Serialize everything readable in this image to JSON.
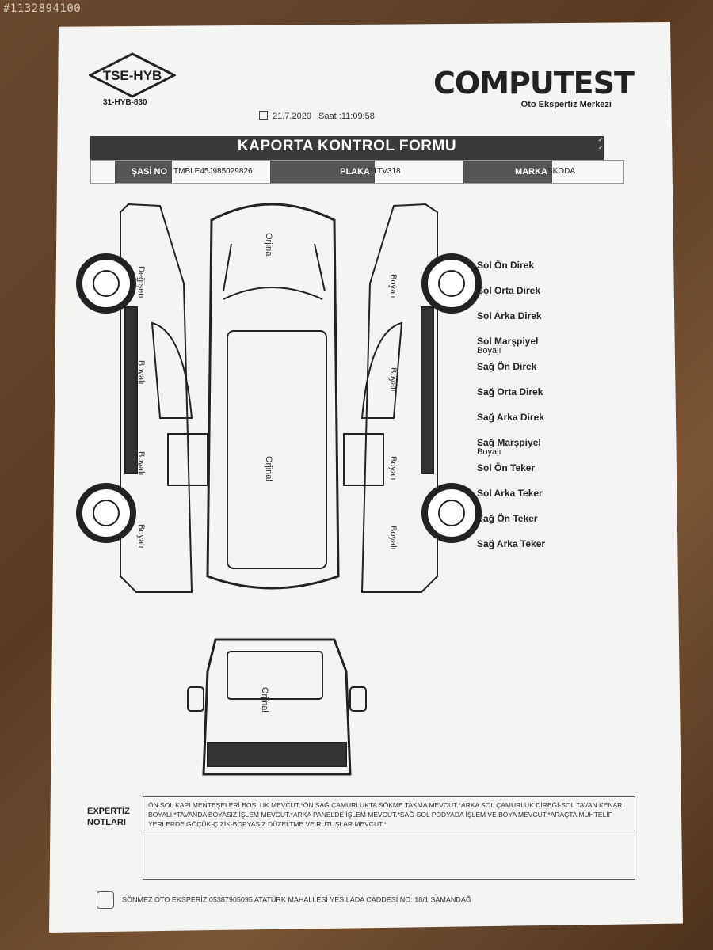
{
  "photo_id": "#1132894100",
  "header": {
    "cert_logo_text": "TSE-HYB",
    "cert_code": "31-HYB-830",
    "brand_name": "COMPUTEST",
    "brand_subtitle": "Oto Ekspertiz Merkezi",
    "date": "21.7.2020",
    "time": "Saat :11:09:58",
    "calendar_icon": "calendar-icon"
  },
  "form": {
    "title": "KAPORTA KONTROL FORMU",
    "chassis_label": "ŞASİ NO",
    "chassis_value": "TMBLE45J985029826",
    "plate_label": "PLAKA",
    "plate_value": "31TV318",
    "make_label": "MARKA",
    "make_value": "SKODA"
  },
  "car_labels": {
    "left_front": "Değişen",
    "left_front_door": "Boyalı",
    "left_rear_door": "Boyalı",
    "left_rear": "Boyalı",
    "hood": "Orjinal",
    "roof": "Orjinal",
    "right_front": "Boyalı",
    "right_front_door": "Boyalı",
    "right_rear_door": "Boyalı",
    "right_rear": "Boyalı",
    "rear_door": "Orjinal"
  },
  "parts": [
    {
      "label": "Sol Ön Direk",
      "status": ""
    },
    {
      "label": "Sol Orta Direk",
      "status": ""
    },
    {
      "label": "Sol Arka Direk",
      "status": ""
    },
    {
      "label": "Sol Marşpiyel",
      "status": "Boyalı"
    },
    {
      "label": "Sağ Ön Direk",
      "status": ""
    },
    {
      "label": "Sağ Orta Direk",
      "status": ""
    },
    {
      "label": "Sağ Arka Direk",
      "status": ""
    },
    {
      "label": "Sağ Marşpiyel",
      "status": "Boyalı"
    },
    {
      "label": "Sol Ön Teker",
      "status": ""
    },
    {
      "label": "Sol Arka Teker",
      "status": ""
    },
    {
      "label": "Sağ Ön Teker",
      "status": ""
    },
    {
      "label": "Sağ Arka Teker",
      "status": ""
    }
  ],
  "notes": {
    "heading_line1": "EXPERTİZ",
    "heading_line2": "NOTLARI",
    "text": "ÖN SOL KAPI MENTEŞELERİ BOŞLUK MEVCUT.*ÖN SAĞ ÇAMURLUKTA SÖKME TAKMA MEVCUT.*ARKA SOL ÇAMURLUK DİREĞİ-SOL TAVAN KENARI BOYALI.*TAVANDA BOYASIZ İŞLEM MEVCUT.*ARKA PANELDE İŞLEM MEVCUT.*SAĞ-SOL PODYADA İŞLEM VE BOYA MEVCUT.*ARAÇTA MUHTELİF YERLERDE GÖÇÜK-ÇİZİK-BOPYASIZ DÜZELTME VE RUTUŞLAR MEVCUT.*"
  },
  "footer": {
    "text": "SÖNMEZ OTO EKSPERİZ 05387905095 ATATÜRK MAHALLESİ YESİLADA CADDESİ NO: 18/1 SAMANDAĞ",
    "icon": "location-icon"
  },
  "colors": {
    "title_bar": "#3a3a3a",
    "paper": "#f4f4f2",
    "desk": "#6b4a2e"
  }
}
